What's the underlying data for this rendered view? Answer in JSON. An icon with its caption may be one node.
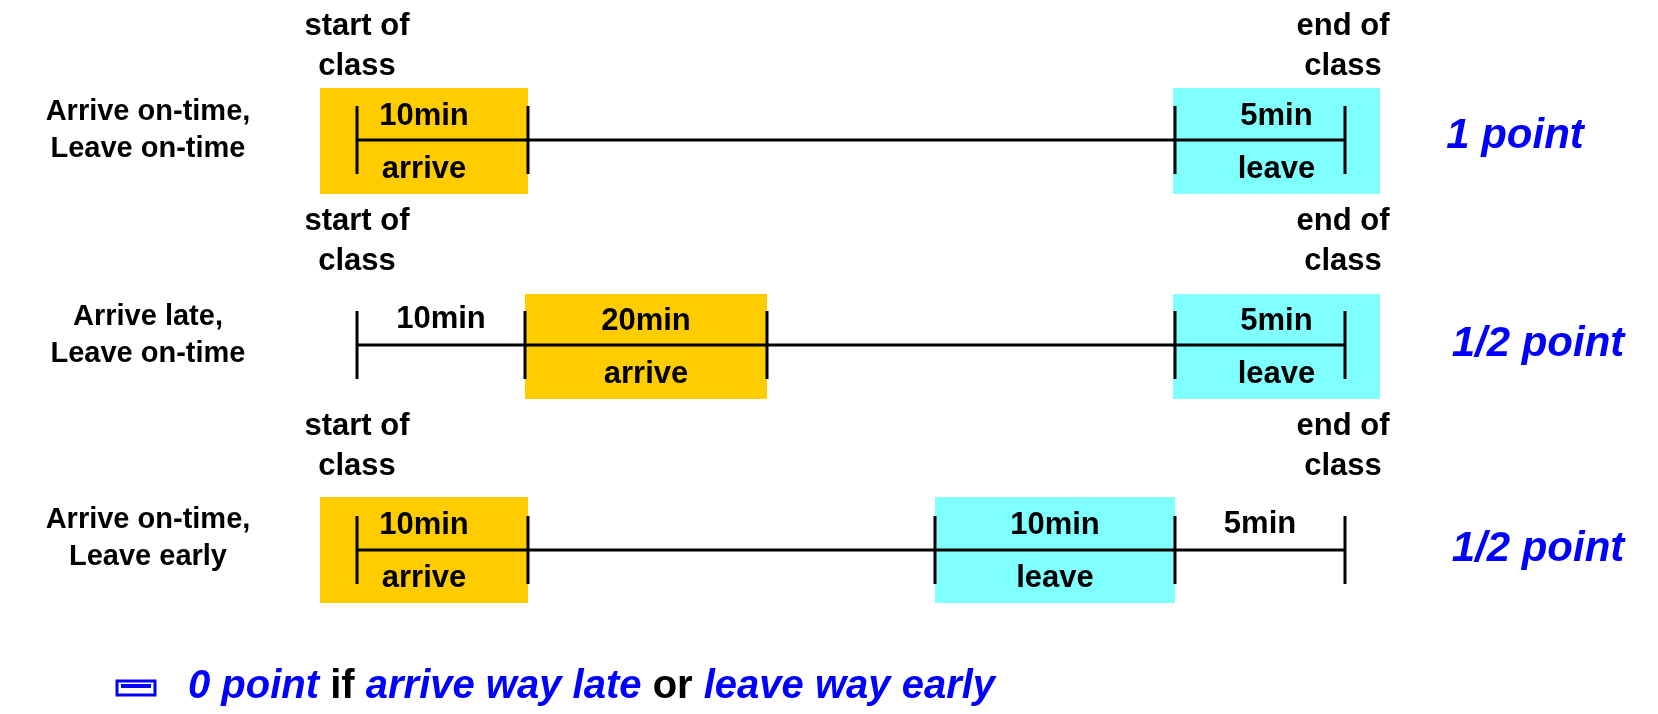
{
  "diagram": {
    "nodes": [
      {
        "text": [
          "10min",
          "arrive"
        ]
      },
      {
        "text": [
          "5min",
          "leave"
        ]
      },
      {
        "text": [
          "20min",
          "arrive"
        ]
      },
      {
        "text": [
          "5min",
          "leave"
        ]
      },
      {
        "text": [
          "10min",
          "arrive"
        ]
      },
      {
        "text": [
          "10min",
          "leave"
        ]
      }
    ],
    "labels": [
      "start of class",
      "end of class",
      "Arrive on-time, Leave on-time",
      "1 point",
      "start of class",
      "end of class",
      "Arrive late, Leave on-time",
      "10min",
      "1/2 point",
      "start of class",
      "end of class",
      "Arrive on-time, Leave early",
      "5min",
      "1/2 point",
      "*0 point* if *arrive way late* or *leave way early*"
    ]
  }
}
